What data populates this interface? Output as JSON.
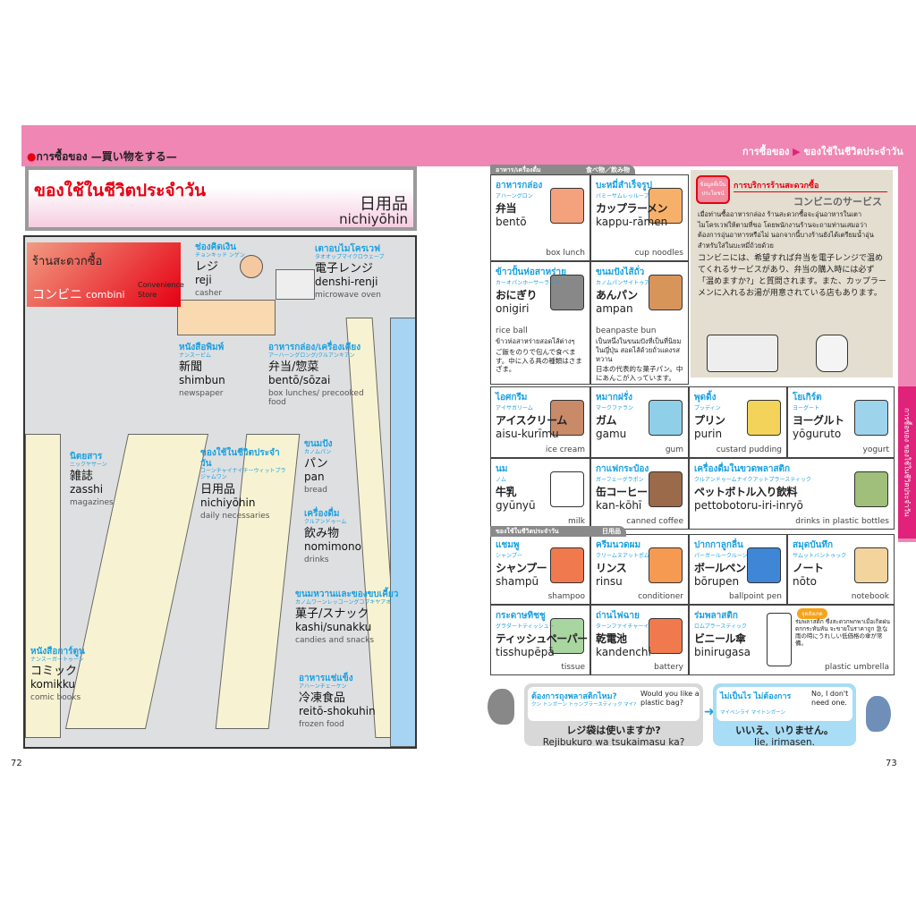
{
  "header": {
    "chapter_th": "การซื้อของ",
    "chapter_jp": "—買い物をする—",
    "breadcrumb_1": "การซื้อของ",
    "breadcrumb_2": "ของใช้ในชีวิตประจำวัน",
    "side_tab": "การซื้อของ ของใช้ในชีวิตประจำวัน"
  },
  "title": {
    "thai": "ของใช้ในชีวิตประจำวัน",
    "jp": "日用品",
    "romaji": "nichiyōhin"
  },
  "store": {
    "thai": "ร้านสะดวกซื้อ",
    "jp": "コンビニ",
    "romaji": "combini",
    "en": "Convenience Store"
  },
  "left_labels": [
    {
      "t": "ช่องคิดเงิน",
      "k": "チョンキッド ンゲン",
      "j": "レジ",
      "r": "reji",
      "e": "casher"
    },
    {
      "t": "เตาอบไมโครเวฟ",
      "k": "タオオップマイクロウェーブ",
      "j": "電子レンジ",
      "r": "denshi-renji",
      "e": "microwave oven"
    },
    {
      "t": "หนังสือพิมพ์",
      "k": "ナンスーピム",
      "j": "新聞",
      "r": "shimbun",
      "e": "newspaper"
    },
    {
      "t": "อาหารกล่อง/เครื่องเคียง",
      "k": "アーハーングロング/クルアンキアン",
      "j": "弁当/惣菜",
      "r": "bentō/sōzai",
      "e": "box lunches/ precooked food"
    },
    {
      "t": "นิตยสาร",
      "k": "ニックヤサーン",
      "j": "雑誌",
      "r": "zasshi",
      "e": "magazines"
    },
    {
      "t": "ของใช้ในชีวิตประจำวัน",
      "k": "コーンチャイナイチーウィットプラジャムワン",
      "j": "日用品",
      "r": "nichiyōhin",
      "e": "daily necessaries"
    },
    {
      "t": "ขนมปัง",
      "k": "カノムパン",
      "j": "パン",
      "r": "pan",
      "e": "bread"
    },
    {
      "t": "เครื่องดื่ม",
      "k": "クルアンドゥーム",
      "j": "飲み物",
      "r": "nomimono",
      "e": "drinks"
    },
    {
      "t": "ขนมหวานและของขบเคี้ยว",
      "k": "カノムワーンレッコーングコブキヤアオ",
      "j": "菓子/スナック",
      "r": "kashi/sunakku",
      "e": "candies and snacks"
    },
    {
      "t": "อาหารแช่แข็ง",
      "k": "アハーンチェーケン",
      "j": "冷凍食品",
      "r": "reitō-shokuhin",
      "e": "frozen food"
    },
    {
      "t": "หนังสือการ์ตูน",
      "k": "ナンスーガートゥーン",
      "j": "コミック",
      "r": "komikku",
      "e": "comic books"
    }
  ],
  "sections": {
    "food_th": "อาหาร/เครื่องดื่ม",
    "food_jp": "食べ物／飲み物",
    "daily_th": "ของใช้ในชีวิตประจำวัน",
    "daily_jp": "日用品"
  },
  "items": [
    {
      "t": "อาหารกล่อง",
      "k": "アハーングロン",
      "j": "弁当",
      "r": "bentō",
      "e": "box lunch"
    },
    {
      "t": "บะหมี่สำเร็จรูป",
      "k": "バミーサムレッループ",
      "j": "カップラーメン",
      "r": "kappu-rāmen",
      "e": "cup noodles"
    },
    {
      "t": "ข้าวปั้นห่อสาหร่าย",
      "k": "カーオパンホーサーラーイ",
      "j": "おにぎり",
      "r": "onigiri",
      "e": "rice ball",
      "d_th": "ข้าวห่อสาหร่ายสอดไส้ต่างๆ",
      "d_jp": "ご飯をのりで包んで食べます。中に入る具の種類はさまざま。"
    },
    {
      "t": "ขนมปังไส้ถั่ว",
      "k": "カノムパンサイトゥア",
      "j": "あんパン",
      "r": "ampan",
      "e": "beanpaste bun",
      "d_th": "เป็นหนึ่งในขนมปังที่เป็นที่นิยมในญี่ปุ่น สอดไส้ด้วยถั่วแดงรสหวาน",
      "d_jp": "日本の代表的な菓子パン。中にあんこが入っています。"
    },
    {
      "t": "ไอศกรีม",
      "k": "アイサガリーム",
      "j": "アイスクリーム",
      "r": "aisu-kurīmu",
      "e": "ice cream"
    },
    {
      "t": "หมากฝรั่ง",
      "k": "マークファラン",
      "j": "ガム",
      "r": "gamu",
      "e": "gum"
    },
    {
      "t": "พุดดิ้ง",
      "k": "プッディン",
      "j": "プリン",
      "r": "purin",
      "e": "custard pudding"
    },
    {
      "t": "โยเกิร์ต",
      "k": "ヨーグート",
      "j": "ヨーグルト",
      "r": "yōguruto",
      "e": "yogurt"
    },
    {
      "t": "นม",
      "k": "ノム",
      "j": "牛乳",
      "r": "gyūnyū",
      "e": "milk"
    },
    {
      "t": "กาแฟกระป๋อง",
      "k": "ガーフェーグラポン",
      "j": "缶コーヒー",
      "r": "kan-kōhī",
      "e": "canned coffee"
    },
    {
      "t": "เครื่องดื่มในขวดพลาสติก",
      "k": "クルアンドゥームナイクアットプラースティック",
      "j": "ペットボトル入り飲料",
      "r": "pettobotoru-iri-inryō",
      "e": "drinks in plastic bottles"
    },
    {
      "t": "แชมพู",
      "k": "シャンプー",
      "j": "シャンプー",
      "r": "shampū",
      "e": "shampoo"
    },
    {
      "t": "ครีมนวดผม",
      "k": "クリームヌアットポム",
      "j": "リンス",
      "r": "rinsu",
      "e": "conditioner"
    },
    {
      "t": "ปากกาลูกลื่น",
      "k": "パーガールークルーン",
      "j": "ボールペン",
      "r": "bōrupen",
      "e": "ballpoint pen"
    },
    {
      "t": "สมุดบันทึก",
      "k": "サムットバントゥック",
      "j": "ノート",
      "r": "nōto",
      "e": "notebook"
    },
    {
      "t": "กระดาษทิชชู",
      "k": "グラダートティッシュー",
      "j": "ティッシュペーパー",
      "r": "tisshupēpā",
      "e": "tissue"
    },
    {
      "t": "ถ่านไฟฉาย",
      "k": "ターンファイチャーイ",
      "j": "乾電池",
      "r": "kandenchi",
      "e": "battery"
    },
    {
      "t": "ร่มพลาสติก",
      "k": "ロムプラースティック",
      "j": "ビニール傘",
      "r": "binirugasa",
      "e": "plastic umbrella",
      "note_badge": "จุดสังเกต",
      "note": "ร่มพลาสติก ซึ่งสะดวกพกพาเมื่อเกิดฝนตกกระทันหัน จะขายในราคาถูก 急な雨の時にうれしい低価格の傘が常備。"
    }
  ],
  "tip": {
    "badge": "ข้อมูลที่เป็นประโยชน์",
    "title_th": "การบริการร้านสะดวกซื้อ",
    "title_jp": "コンビニのサービス",
    "body_th": "เมื่อท่านซื้ออาหารกล่อง ร้านสะดวกซื้อจะอุ่นอาหารในเตาไมโครเวฟให้ตามที่ขอ โดยพนักงานร้านจะถามท่านเสมอว่าต้องการอุ่นอาหารหรือไม่ นอกจากนี้บางร้านยังได้เตรียมน้ำอุ่นสำหรับใส่ในบะหมี่ถ้วยด้วย",
    "body_jp": "コンビニには、希望すれば弁当を電子レンジで温めてくれるサービスがあり、弁当の購入時には必ず「温めますか?」と質問されます。また、カップラーメンに入れるお湯が用意されている店もあります。"
  },
  "dialog": {
    "q_th": "ต้องการถุงพลาสติกไหม?",
    "q_kana": "クン トンガーン トゥンプラースティック マイ?",
    "q_en": "Would you like a plastic bag?",
    "q_jp": "レジ袋は使いますか?",
    "q_romaji": "Rejibukuro wa tsukaimasu ka?",
    "a_th": "ไม่เป็นไร ไม่ต้องการ",
    "a_kana": "マイペンライ マイトンガーン",
    "a_en": "No, I don't need one.",
    "a_jp": "いいえ、いりません。",
    "a_romaji": "Iie, irimasen."
  },
  "pages": {
    "left": "72",
    "right": "73"
  }
}
